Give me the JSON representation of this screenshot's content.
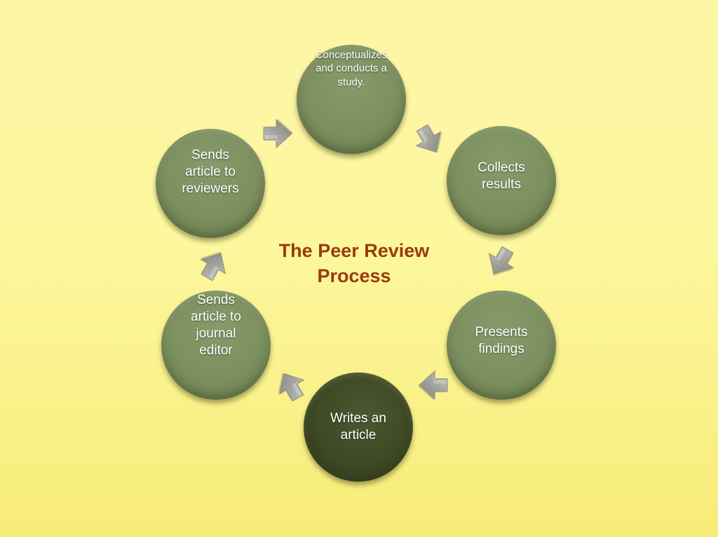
{
  "diagram": {
    "title": "The Peer Review\nProcess",
    "steps": [
      {
        "lines": [
          "Conceptualizes",
          "and conducts a",
          "study."
        ]
      },
      {
        "lines": [
          "Collects",
          "results"
        ]
      },
      {
        "lines": [
          "Presents",
          "findings"
        ]
      },
      {
        "lines": [
          "Writes an",
          "article"
        ],
        "highlighted": true
      },
      {
        "lines": [
          "Sends",
          "article to",
          "journal",
          "editor"
        ]
      },
      {
        "lines": [
          "Sends",
          "article to",
          "reviewers"
        ]
      }
    ],
    "colors": {
      "background_top": "#fdf6a6",
      "background_bottom": "#f7ec78",
      "node": "#7c8f5f",
      "node_highlight": "#3e4824",
      "title": "#9b3a0e",
      "arrow": "#a2a39c"
    }
  }
}
